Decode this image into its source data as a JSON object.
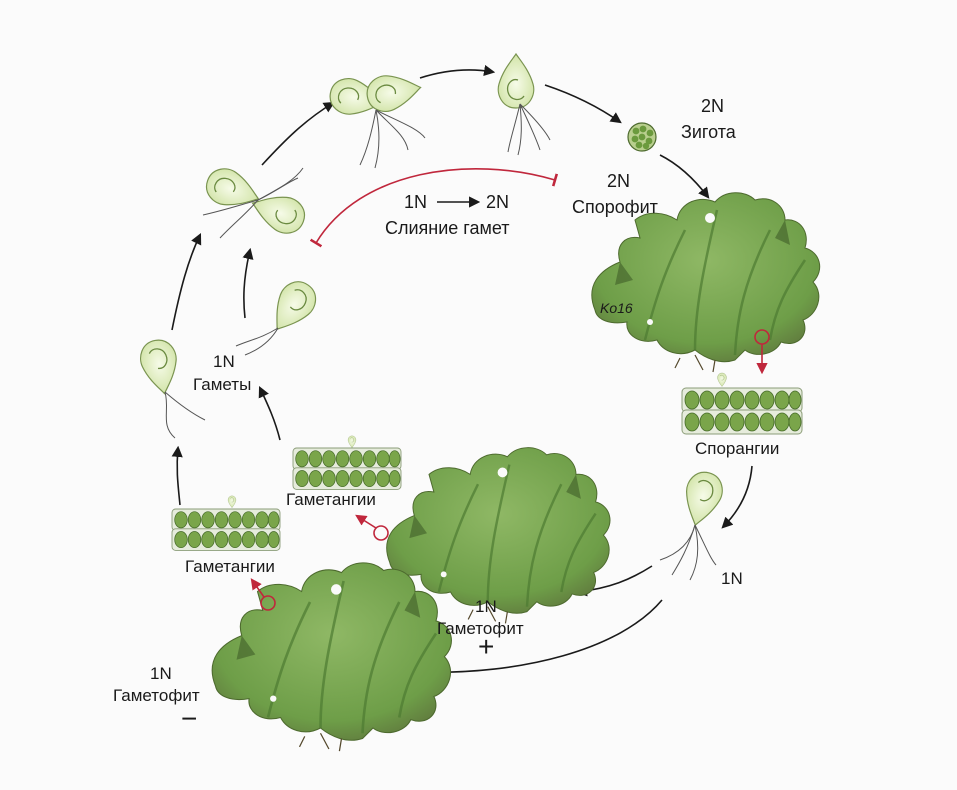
{
  "labels": {
    "zygote_ploidy": "2N",
    "zygote": "Зигота",
    "sporophyte_ploidy": "2N",
    "sporophyte": "Спорофит",
    "fusion_from": "1N",
    "fusion_to": "2N",
    "fusion": "Слияние гамет",
    "sporangia": "Спорангии",
    "spores_ploidy": "1N",
    "gametophyte_plus_ploidy": "1N",
    "gametophyte_plus": "Гаметофит",
    "gametophyte_minus_ploidy": "1N",
    "gametophyte_minus": "Гаметофит",
    "gametangia_plus": "Гаметангии",
    "gametangia_minus": "Гаметангии",
    "gametes_ploidy": "1N",
    "gametes": "Гаметы",
    "signature": "Ko16"
  },
  "signs": {
    "plus": "+",
    "minus": "−"
  },
  "colors": {
    "thallus": "#6e9e48",
    "thallus_dark": "#4d7a32",
    "thallus_light": "#8fb865",
    "cell": "#eef5d9",
    "accent_red": "#c0273c",
    "arrow": "#1a1a1a"
  }
}
